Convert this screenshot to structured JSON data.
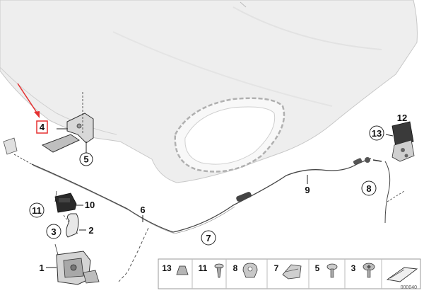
{
  "callouts": {
    "c1": "1",
    "c2": "2",
    "c3": "3",
    "c4": "4",
    "c5": "5",
    "c6": "6",
    "c7": "7",
    "c8": "8",
    "c9": "9",
    "c10": "10",
    "c11": "11",
    "c12": "12",
    "c13": "13"
  },
  "legend": {
    "items": [
      "13",
      "11",
      "8",
      "7",
      "5",
      "3"
    ]
  },
  "drawing_number": "000040",
  "colors": {
    "highlight": "#e53030",
    "line": "#222222",
    "hood": "#ececec"
  }
}
